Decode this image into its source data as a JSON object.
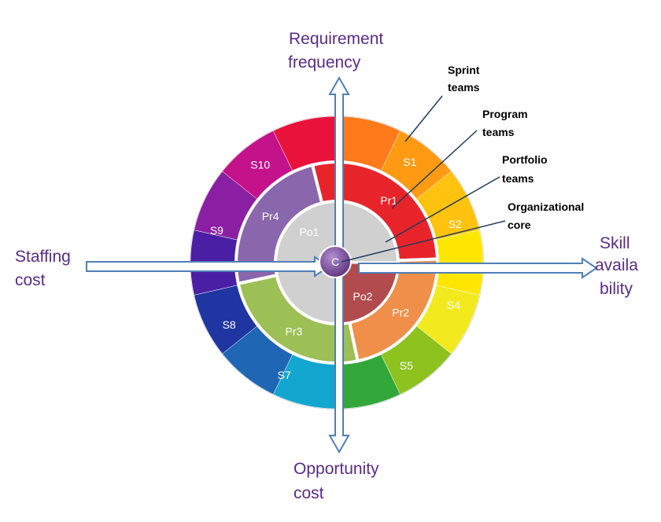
{
  "axes": {
    "top": [
      "Requirement",
      "frequency"
    ],
    "bottom": [
      "Opportunity",
      "cost"
    ],
    "left": [
      "Staffing",
      "cost"
    ],
    "right": [
      "Skill",
      "availa",
      "bility"
    ]
  },
  "callouts": {
    "sprint": [
      "Sprint",
      "teams"
    ],
    "program": [
      "Program",
      "teams"
    ],
    "portfolio": [
      "Portfolio",
      "teams"
    ],
    "core": [
      "Organizational",
      "core"
    ]
  },
  "outer_ring": {
    "labels": [
      "S1",
      "S2",
      "S4",
      "S5",
      "S7",
      "S8",
      "S9",
      "S10"
    ],
    "colors": [
      "#ff7a1a",
      "#ff9a12",
      "#ffc20e",
      "#ffe600",
      "#f2ea1f",
      "#8dc21f",
      "#32a83a",
      "#13a6cf",
      "#1f66b4",
      "#1f35a1",
      "#4a1fa3",
      "#8a1fa3",
      "#c4128a",
      "#e8123a"
    ]
  },
  "program_ring": {
    "labels": [
      "Pr1",
      "Pr2",
      "Pr3",
      "Pr4"
    ],
    "colors": [
      "#e8242b",
      "#ef8f4a",
      "#9cbf56",
      "#8a66ac"
    ]
  },
  "portfolio_ring": {
    "labels": [
      "Po1",
      "Po2"
    ],
    "colors": [
      "#4aacc6",
      "#b24b4d"
    ]
  },
  "core": {
    "label": "C",
    "color": "#7a4f95"
  },
  "colors": {
    "axis_text": "#5b2a86",
    "arrow_fill": "#ffffff",
    "arrow_stroke": "#4f7fb8"
  }
}
